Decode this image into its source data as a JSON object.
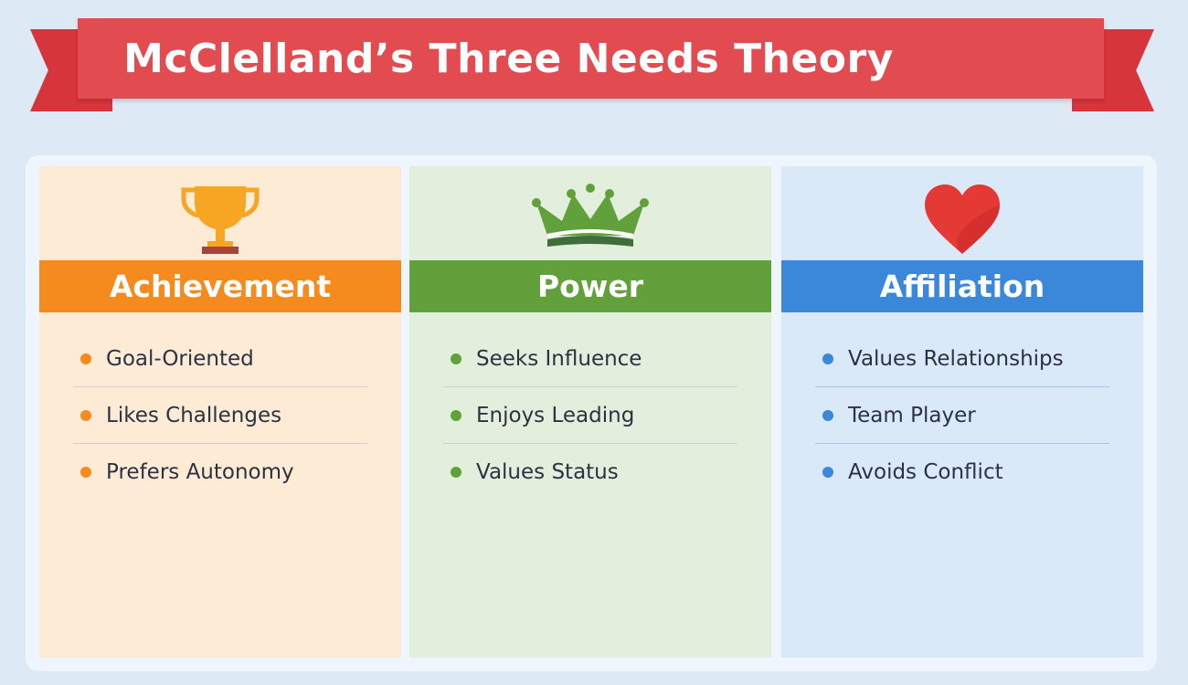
{
  "title": "McClelland’s Three Needs Theory",
  "columns": [
    {
      "name": "Achievement",
      "icon": "trophy-icon",
      "color": "#f58a1f",
      "bg": "#fdebd5",
      "items": [
        "Goal-Oriented",
        "Likes Challenges",
        "Prefers Autonomy"
      ]
    },
    {
      "name": "Power",
      "icon": "crown-icon",
      "color": "#62a03b",
      "bg": "#e2efdc",
      "items": [
        "Seeks Influence",
        "Enjoys Leading",
        "Values Status"
      ]
    },
    {
      "name": "Affiliation",
      "icon": "heart-icon",
      "color": "#3b87d9",
      "bg": "#dae9f8",
      "items": [
        "Values Relationships",
        "Team Player",
        "Avoids Conflict"
      ]
    }
  ]
}
